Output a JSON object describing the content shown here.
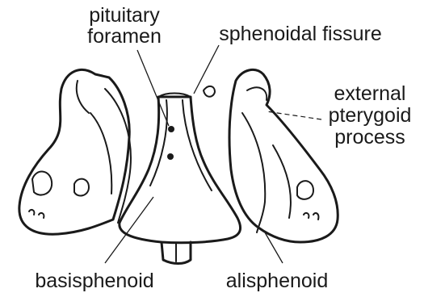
{
  "labels": {
    "pituitary_foramen": [
      "pituitary",
      "foramen"
    ],
    "sphenoidal_fissure": "sphenoidal fissure",
    "external_pterygoid_process": [
      "external",
      "pterygoid",
      "process"
    ],
    "basisphenoid": "basisphenoid",
    "alisphenoid": "alisphenoid"
  }
}
